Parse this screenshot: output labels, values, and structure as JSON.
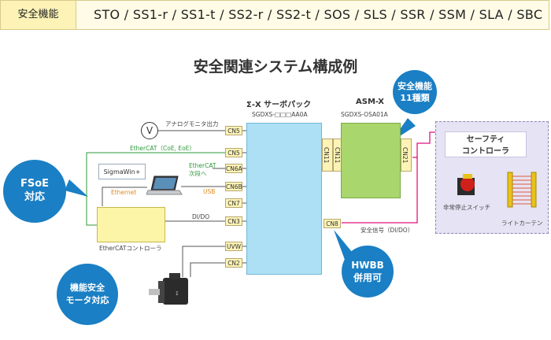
{
  "header": {
    "label": "安全機能",
    "functions": "STO / SS1-r / SS1-t / SS2-r / SS2-t / SOS / SLS / SSR / SSM / SLA / SBC"
  },
  "title": "安全関連システム構成例",
  "servo_pack": {
    "name": "Σ-X サーボパック",
    "model": "SGDXS-□□□AA0A"
  },
  "asm": {
    "name": "ASM-X",
    "model": "SGDXS-OSA01A"
  },
  "connectors": {
    "cn5a": "CN5",
    "cn5b": "CN5",
    "cn6a": "CN6A",
    "cn6b": "CN6B",
    "cn7": "CN7",
    "cn3": "CN3",
    "uvw": "UVW",
    "cn2": "CN2",
    "cn8": "CN8",
    "cn11a": "CN11",
    "cn11b": "CN11",
    "cn21": "CN21"
  },
  "labels": {
    "voltmeter": "V",
    "analog_monitor": "アナログモニタ出力",
    "ethercat_coe_eoe": "EtherCAT（CoE, EoE）",
    "ethercat_next_line1": "EtherCAT",
    "ethercat_next_line2": "次段へ",
    "usb": "USB",
    "ethernet": "Ethernet",
    "sigmawin": "SigmaWin+",
    "di_do": "DI/DO",
    "ethercat_controller": "EtherCATコントローラ",
    "safety_signal": "安全信号（DI/DO）",
    "safety_controller_line1": "セーフティ",
    "safety_controller_line2": "コントローラ",
    "estop": "非常停止スイッチ",
    "light_curtain": "ライトカーテン"
  },
  "bubbles": {
    "safety_functions_line1": "安全機能",
    "safety_functions_line2": "11種類",
    "fsoe_line1": "FSoE",
    "fsoe_line2": "対応",
    "hwbb_line1": "HWBB",
    "hwbb_line2": "併用可",
    "motor_line1": "機能安全",
    "motor_line2": "モータ対応"
  },
  "colors": {
    "servo_fill": "#aee0f5",
    "asm_fill": "#a9d66d",
    "bubble": "#1a7fc4",
    "connector_fill": "#fdf3b6",
    "ethercat_line": "#2e9a3a",
    "safety_line": "#e0137c",
    "safety_zone": "#e6e3f4"
  },
  "icons": [
    "voltmeter-icon",
    "laptop-icon",
    "motor-icon",
    "estop-switch-icon",
    "light-curtain-icon"
  ]
}
